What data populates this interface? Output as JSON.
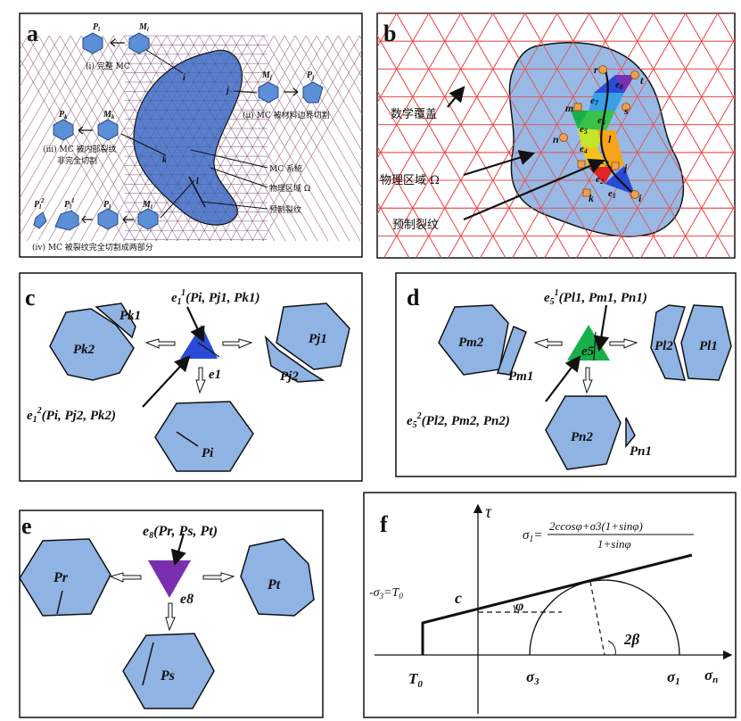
{
  "colors": {
    "hex_fill": "#8fb3e3",
    "hex_stroke": "#111111",
    "domain_fill": "#5b7fcc",
    "mesh_red": "#e84b4b",
    "blue_tri": "#2a4bd7",
    "green_tri": "#18b04a",
    "purple_tri": "#7a2fb0",
    "node_orange": "#f2a04a"
  },
  "panel_a": {
    "letter": "a",
    "labels": {
      "Pi": "P",
      "Pi_sub": "i",
      "Mi": "M",
      "Mi_sub": "i",
      "cap_i": "(i)  完整 MC",
      "Mj": "M",
      "Mj_sub": "j",
      "Pj": "P",
      "Pj_sub": "j",
      "cap_ii": "(ii) MC 被材料边界切割",
      "Pk": "P",
      "Pk_sub": "k",
      "Mk": "M",
      "Mk_sub": "k",
      "cap_iii_1": "(iii) MC 被内部裂纹",
      "cap_iii_2": "非完全切割",
      "Pl2": "P",
      "Pl2_sub": "l",
      "Pl2_sup": "2",
      "Pl1": "P",
      "Pl1_sub": "l",
      "Pl1_sup": "1",
      "Pl": "P",
      "Pl_sub": "l",
      "Ml": "M",
      "Ml_sub": "l",
      "cap_iv": "(iv) MC 被裂纹完全切割成两部分",
      "pt_i": "i",
      "pt_j": "j",
      "pt_k": "k",
      "pt_l": "l",
      "mc_system": "MC 系统",
      "phys_region": "物理区域 Ω",
      "precrack": "预制裂纹"
    }
  },
  "panel_b": {
    "letter": "b",
    "math_cover": "数学覆盖",
    "phys_region": "物理区域 Ω",
    "precrack": "预制裂纹",
    "node_labels": {
      "r": "r",
      "t": "t",
      "m": "m",
      "s": "s",
      "n": "n",
      "l": "l",
      "j": "j",
      "k": "k",
      "i": "i"
    },
    "element_labels": [
      "e1",
      "e2",
      "e3",
      "e4",
      "e5",
      "e6",
      "e7",
      "e8"
    ]
  },
  "panel_c": {
    "letter": "c",
    "e1_top": "e",
    "e1_top_sub": "1",
    "e1_top_sup": "1",
    "e1_top_args": "(P",
    "e1_top_full": "(Pi, Pj1, Pk1)",
    "e1_bottom_full": "(Pi, Pj2, Pk2)",
    "e1": "e1",
    "Pk1": "Pk1",
    "Pk2": "Pk2",
    "Pj1": "Pj1",
    "Pj2": "Pj2",
    "Pi": "Pi"
  },
  "panel_d": {
    "letter": "d",
    "e5_top_full": "(Pl1, Pm1, Pn1)",
    "e5_bottom_full": "(Pl2, Pm2, Pn2)",
    "e5": "e5",
    "Pm2": "Pm2",
    "Pm1": "Pm1",
    "Pl2": "Pl2",
    "Pl1": "Pl1",
    "Pn2": "Pn2",
    "Pn1": "Pn1"
  },
  "panel_e": {
    "letter": "e",
    "e8_full": "(Pr, Ps, Pt)",
    "e8": "e8",
    "Pr": "Pr",
    "Pt": "Pt",
    "Ps": "Ps"
  },
  "panel_f": {
    "letter": "f",
    "tau": "τ",
    "sigma_n": "σn",
    "formula_lhs": "σ1=",
    "formula_num": "2ccosφ+σ3(1+sinφ)",
    "formula_den": "1+sinφ",
    "neg_sigma3": "-σ3=T0",
    "c": "c",
    "phi": "φ",
    "two_beta": "2β",
    "T0": "T0",
    "sigma3": "σ3",
    "sigma1": "σ1"
  }
}
